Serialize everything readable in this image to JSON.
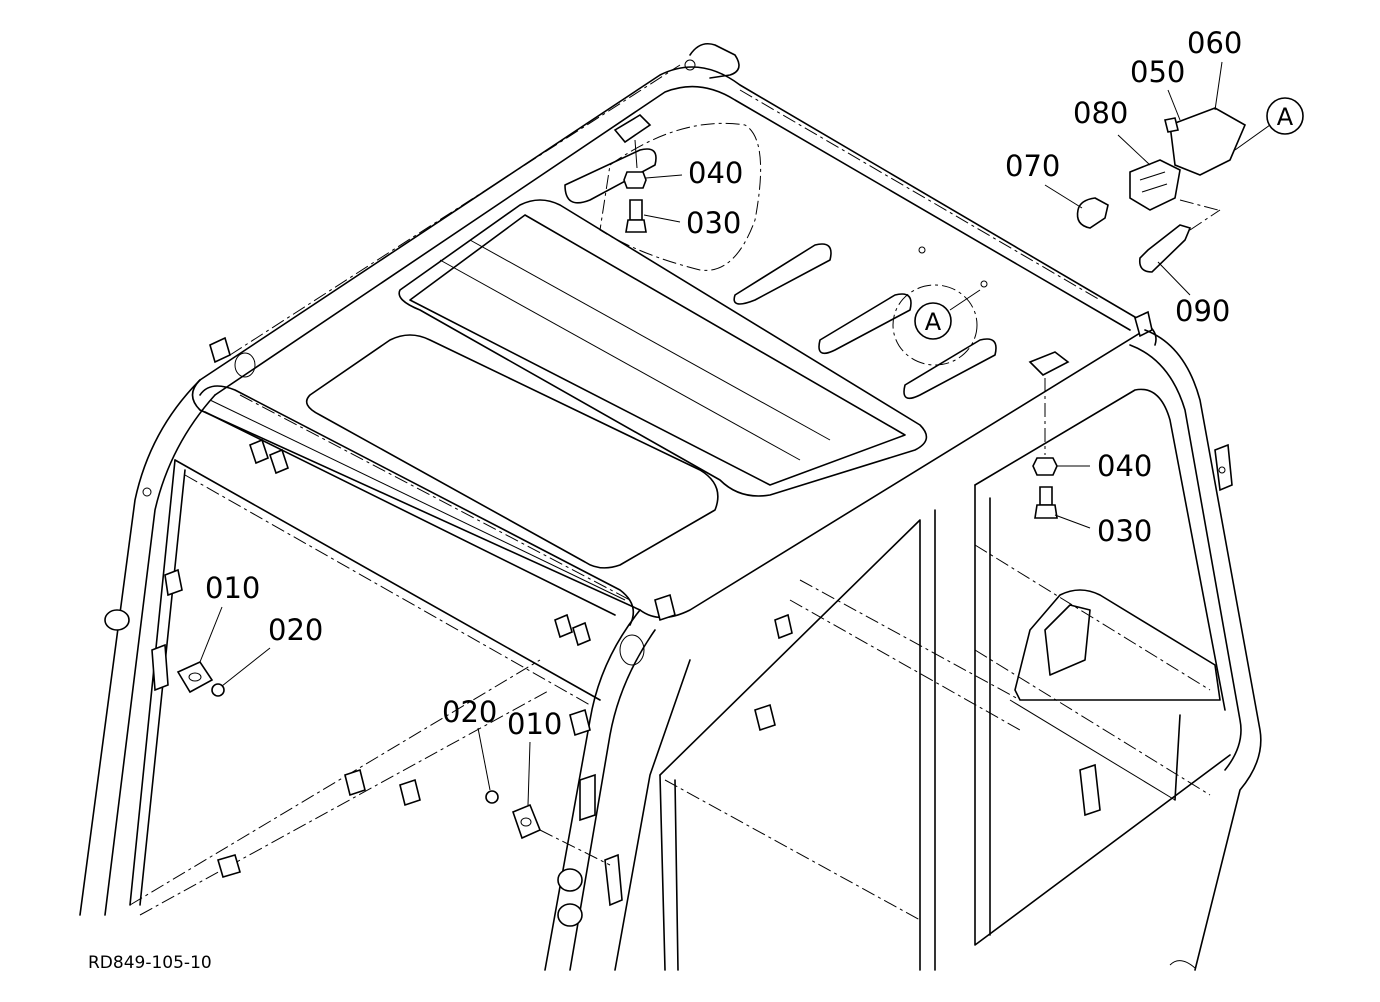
{
  "diagram_code": "RD849-105-10",
  "callouts": {
    "c010_left": "010",
    "c020_left": "020",
    "c020_bottom": "020",
    "c010_bottom": "010",
    "c040_top": "040",
    "c030_top": "030",
    "c040_right": "040",
    "c030_right": "030",
    "c060": "060",
    "c050": "050",
    "c080": "080",
    "c070": "070",
    "c090": "090"
  },
  "detail_marker": {
    "label_on_cab": "A",
    "label_detail": "A"
  }
}
